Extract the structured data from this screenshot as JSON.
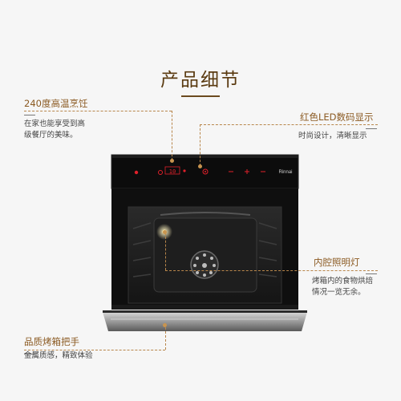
{
  "page": {
    "title": "产品细节"
  },
  "features": [
    {
      "title": "240度高温烹饪",
      "desc_lines": [
        "在家也能享受到高",
        "级餐厅的美味。"
      ]
    },
    {
      "title": "红色LED数码显示",
      "desc_lines": [
        "时尚设计，清晰显示"
      ]
    },
    {
      "title": "内腔照明灯",
      "desc_lines": [
        "烤箱内的食物烘焙",
        "情况一览无余。"
      ]
    },
    {
      "title": "品质烤箱把手",
      "desc_lines": [
        "金属质感，精致体验"
      ]
    }
  ],
  "oven": {
    "brand": "Rinnai",
    "display_time": "10"
  },
  "colors": {
    "accent": "#b8864b",
    "title": "#5a3a10",
    "oven_body": "#111111",
    "led": "#e0202a"
  }
}
